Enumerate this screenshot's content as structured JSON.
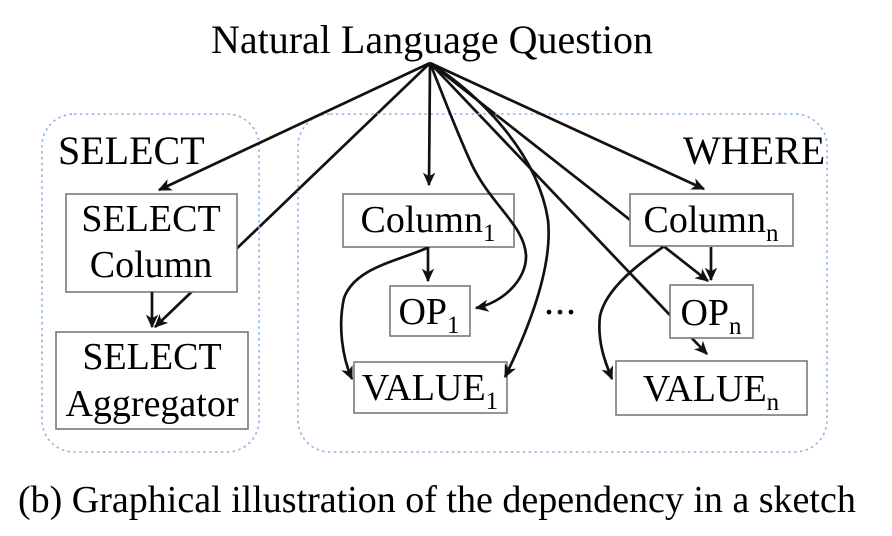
{
  "diagram": {
    "title": "Natural Language Question",
    "caption": "(b) Graphical illustration of the dependency in a sketch",
    "ellipsis": "...",
    "groups": {
      "select": {
        "label": "SELECT"
      },
      "where": {
        "label": "WHERE"
      }
    },
    "nodes": {
      "select_column": {
        "line1": "SELECT",
        "line2": "Column"
      },
      "select_aggregator": {
        "line1": "SELECT",
        "line2": "Aggregator"
      },
      "column_1": {
        "base": "Column",
        "sub": "1"
      },
      "op_1": {
        "base": "OP",
        "sub": "1"
      },
      "value_1": {
        "base": "VALUE",
        "sub": "1"
      },
      "column_n": {
        "base": "Column",
        "sub": "n"
      },
      "op_n": {
        "base": "OP",
        "sub": "n"
      },
      "value_n": {
        "base": "VALUE",
        "sub": "n"
      }
    },
    "edges": [
      {
        "from": "natural_language_question",
        "to": "select_column"
      },
      {
        "from": "natural_language_question",
        "to": "select_aggregator"
      },
      {
        "from": "select_column",
        "to": "select_aggregator"
      },
      {
        "from": "natural_language_question",
        "to": "column_1"
      },
      {
        "from": "natural_language_question",
        "to": "op_1"
      },
      {
        "from": "natural_language_question",
        "to": "value_1"
      },
      {
        "from": "column_1",
        "to": "op_1"
      },
      {
        "from": "column_1",
        "to": "value_1"
      },
      {
        "from": "natural_language_question",
        "to": "column_n"
      },
      {
        "from": "natural_language_question",
        "to": "op_n"
      },
      {
        "from": "natural_language_question",
        "to": "value_n"
      },
      {
        "from": "column_n",
        "to": "op_n"
      },
      {
        "from": "column_n",
        "to": "value_n"
      }
    ],
    "colors": {
      "accent_blue": "#3b74c4",
      "group_border": "#8fb3e2",
      "box_border": "#7a7a7a",
      "arrow": "#111111"
    }
  }
}
